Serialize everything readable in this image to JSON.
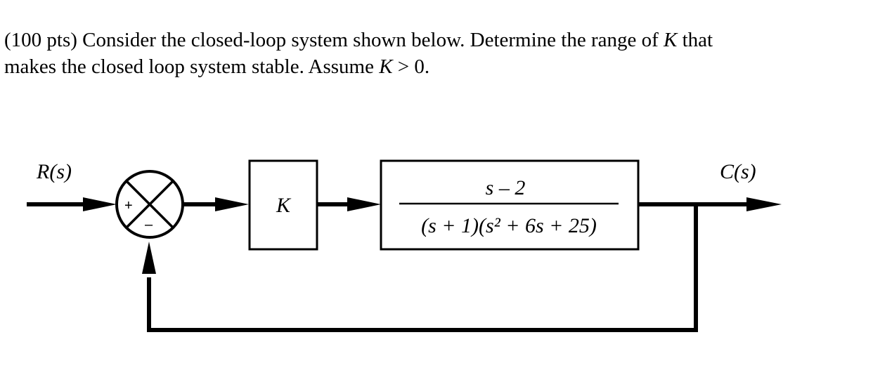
{
  "problem": {
    "line1_a": "(100 pts) Consider the closed-loop system shown below. Determine the range of ",
    "line1_k": "K",
    "line1_b": " that",
    "line2_a": "makes the closed loop system stable. Assume ",
    "line2_k": "K",
    "line2_b": " > 0."
  },
  "diagram": {
    "input_label": "R(s)",
    "output_label": "C(s)",
    "sum_plus": "+",
    "sum_minus": "–",
    "gain_label": "K",
    "plant_numerator": "s – 2",
    "plant_denominator": "(s + 1)(s² + 6s + 25)"
  }
}
